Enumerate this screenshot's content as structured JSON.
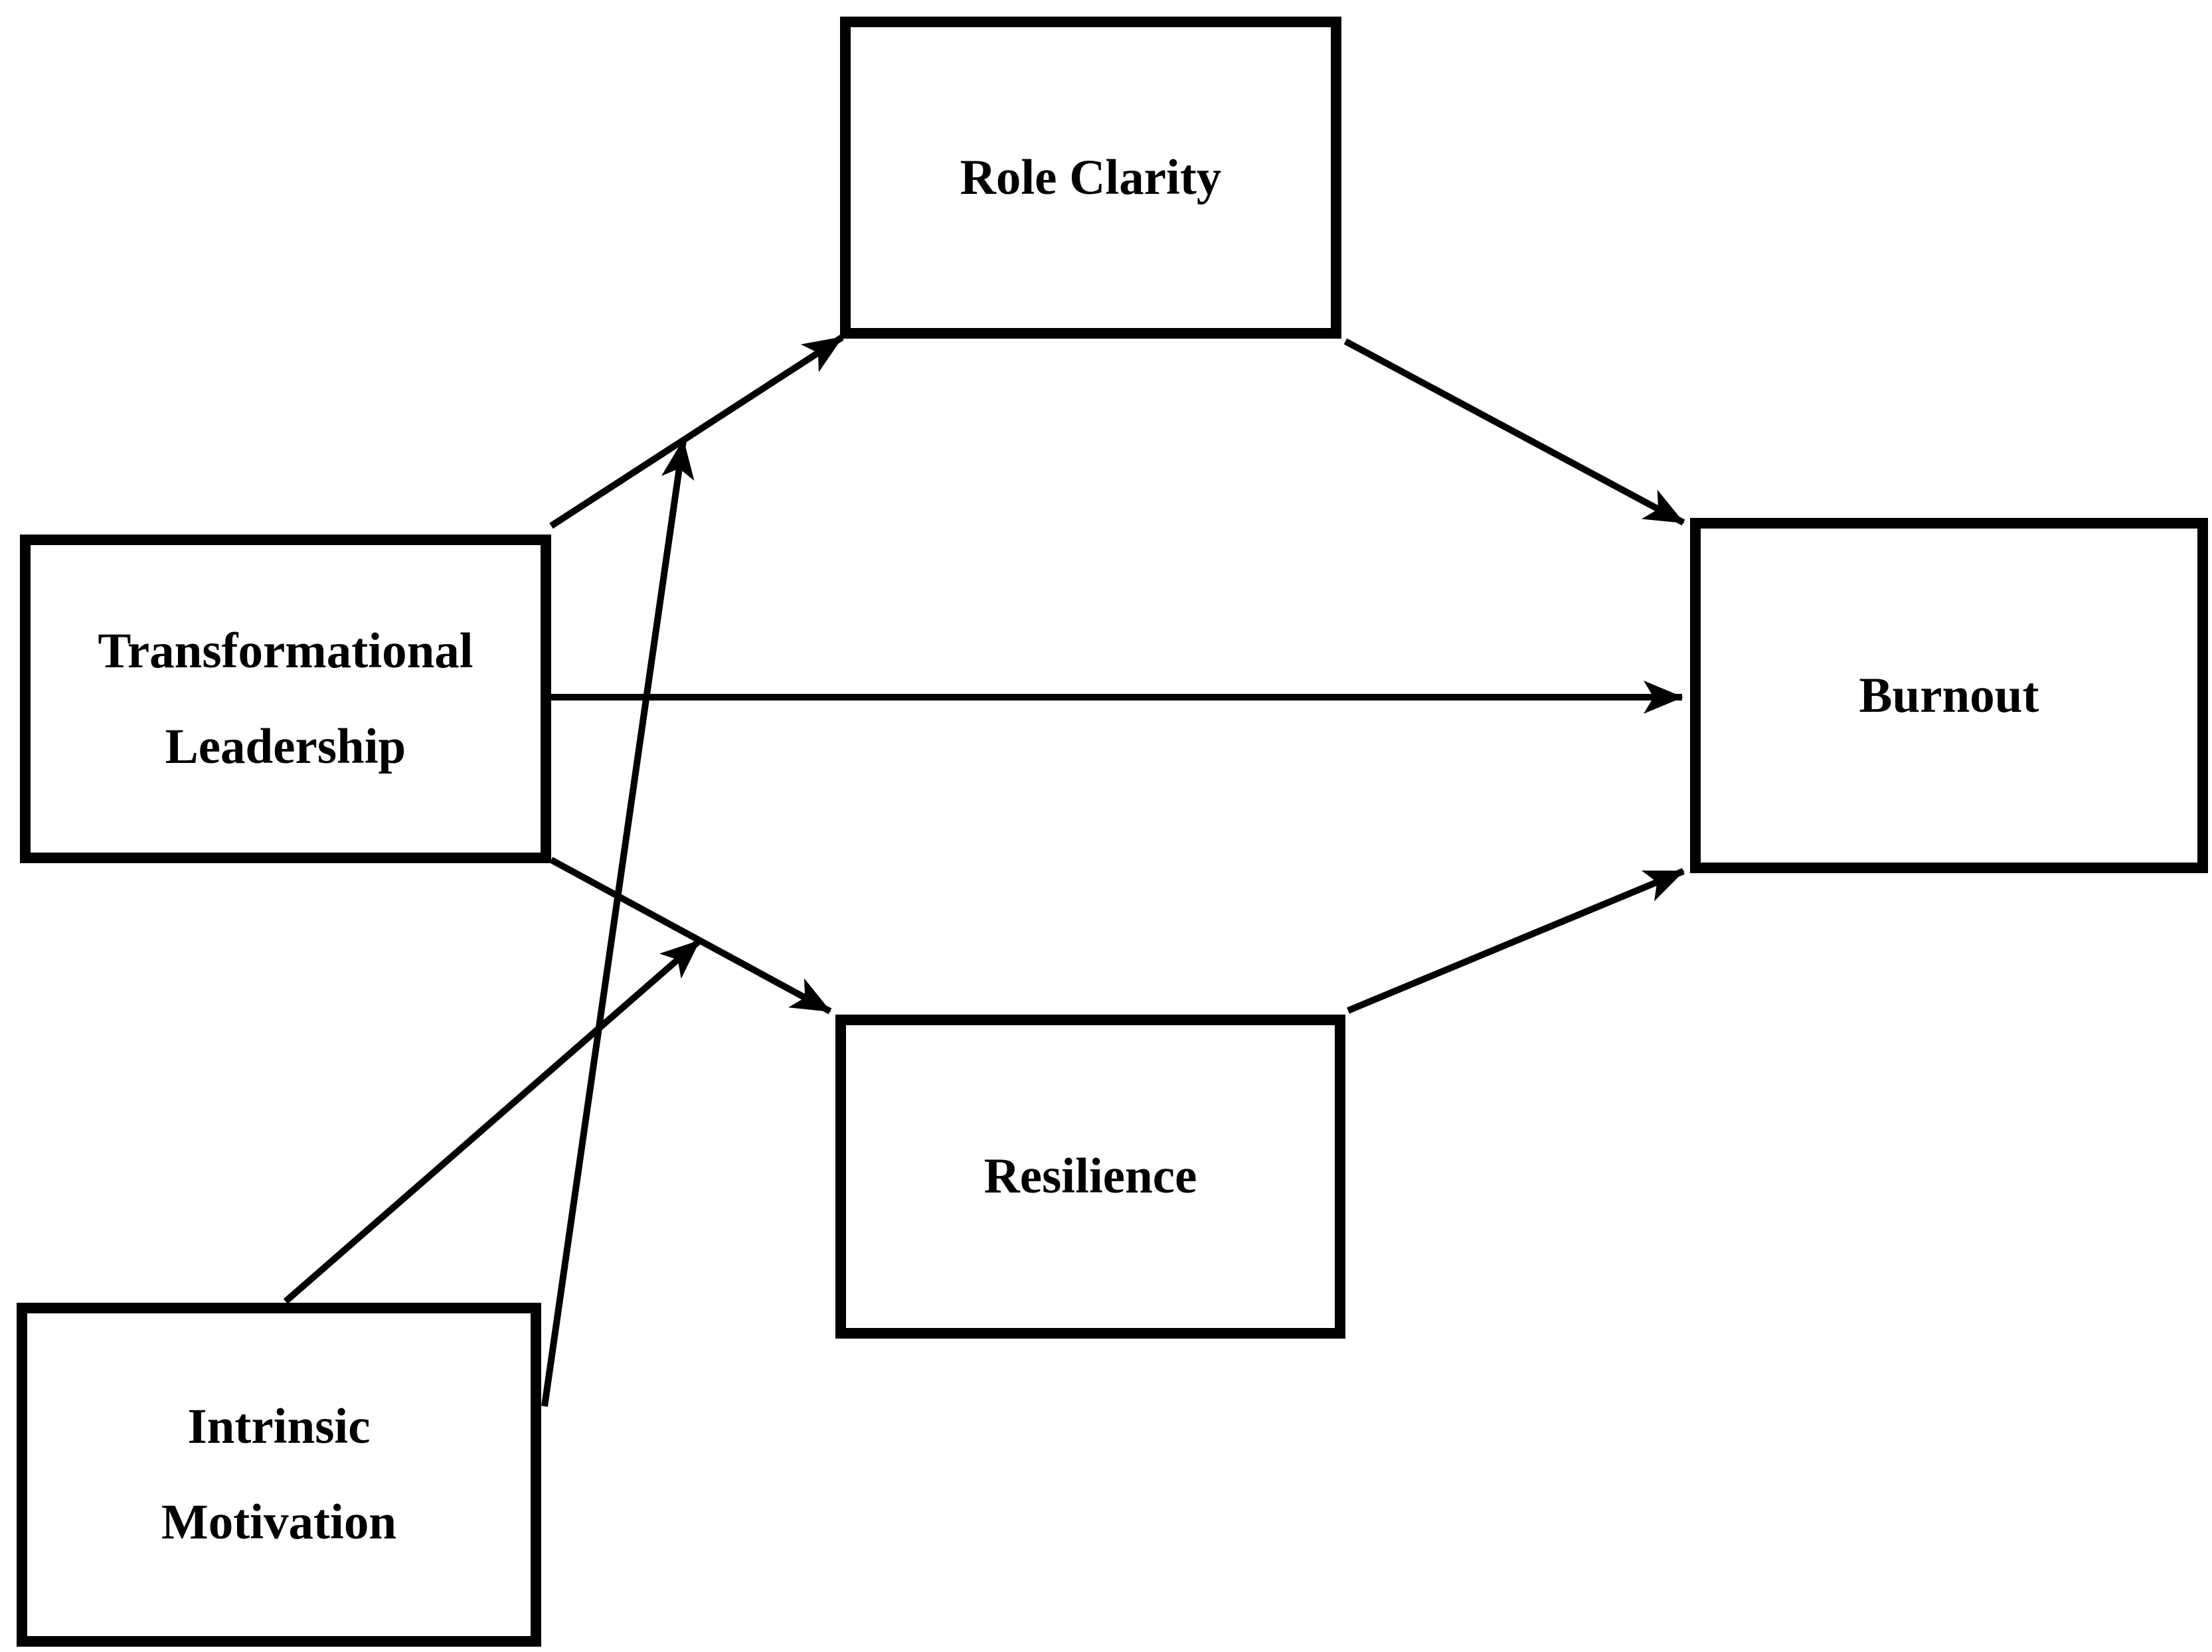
{
  "figure": {
    "type": "path-diagram",
    "background_color": "#ffffff",
    "line_color": "#000000",
    "text_color": "#000000",
    "nodes": {
      "role_clarity": {
        "label": "Role Clarity"
      },
      "transformational_leadership": {
        "label": "Transformational Leadership",
        "line1": "Transformational",
        "line2": "Leadership"
      },
      "burnout": {
        "label": "Burnout"
      },
      "resilience": {
        "label": "Resilience"
      },
      "intrinsic_motivation": {
        "label": "Intrinsic Motivation",
        "line1": "Intrinsic",
        "line2": "Motivation"
      }
    },
    "edges": [
      {
        "id": "tl-to-role-clarity",
        "from": "transformational_leadership",
        "to": "role_clarity",
        "kind": "direct-effect",
        "arrowhead": "stealth"
      },
      {
        "id": "tl-to-burnout",
        "from": "transformational_leadership",
        "to": "burnout",
        "kind": "direct-effect",
        "arrowhead": "stealth"
      },
      {
        "id": "tl-to-resilience",
        "from": "transformational_leadership",
        "to": "resilience",
        "kind": "direct-effect",
        "arrowhead": "stealth"
      },
      {
        "id": "role-clarity-to-burnout",
        "from": "role_clarity",
        "to": "burnout",
        "kind": "direct-effect",
        "arrowhead": "stealth"
      },
      {
        "id": "resilience-to-burnout",
        "from": "resilience",
        "to": "burnout",
        "kind": "direct-effect",
        "arrowhead": "stealth"
      },
      {
        "id": "im-moderates-tl-to-resilience",
        "from": "intrinsic_motivation",
        "to": "path: transformational_leadership to resilience",
        "kind": "moderation",
        "arrowhead": "stealth"
      },
      {
        "id": "im-moderates-tl-to-role-clarity",
        "from": "intrinsic_motivation",
        "to": "path: transformational_leadership to role_clarity",
        "kind": "moderation",
        "arrowhead": "stealth"
      }
    ]
  }
}
